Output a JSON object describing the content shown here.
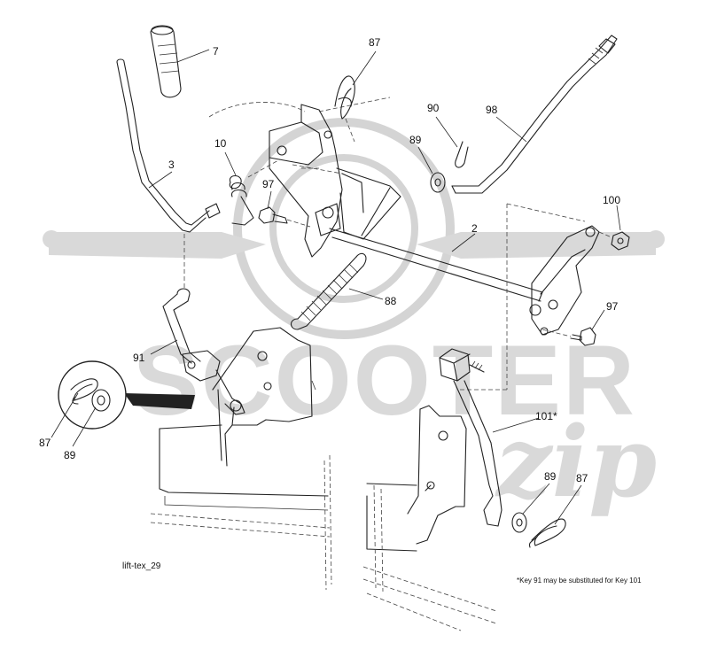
{
  "diagram_id": "lift-tex_29",
  "footnote": "*Key 91 may be substituted for Key 101",
  "watermark": {
    "text": "SCOOTER",
    "script": "zip",
    "color": "#d9d9d9"
  },
  "callouts": {
    "c7": "7",
    "c87_top": "87",
    "c90": "90",
    "c98": "98",
    "c10": "10",
    "c89_top": "89",
    "c3": "3",
    "c97_left": "97",
    "c100": "100",
    "c2": "2",
    "c88": "88",
    "c97_right": "97",
    "c91": "91",
    "c101": "101*",
    "c87_left": "87",
    "c89_left": "89",
    "c89_right": "89",
    "c87_right": "87"
  }
}
